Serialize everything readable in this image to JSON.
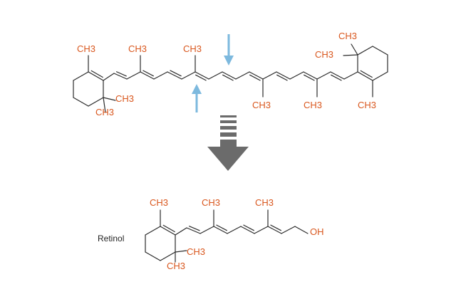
{
  "colors": {
    "label": "#d9571e",
    "bond": "#2b2b2b",
    "arrow_blue": "#7db9de",
    "arrow_gray": "#6b6b6b",
    "name_text": "#222222"
  },
  "icons": {
    "down_arrow": "cleavage-arrow-down-icon",
    "up_arrow": "cleavage-arrow-up-icon",
    "conversion_arrow": "conversion-arrow-icon"
  },
  "beta_carotene": {
    "methyl_label": "CH3",
    "methyl_count": 10
  },
  "retinol": {
    "name": "Retinol",
    "methyl_label": "CH3",
    "methyl_count": 5,
    "hydroxyl_label": "OH"
  }
}
